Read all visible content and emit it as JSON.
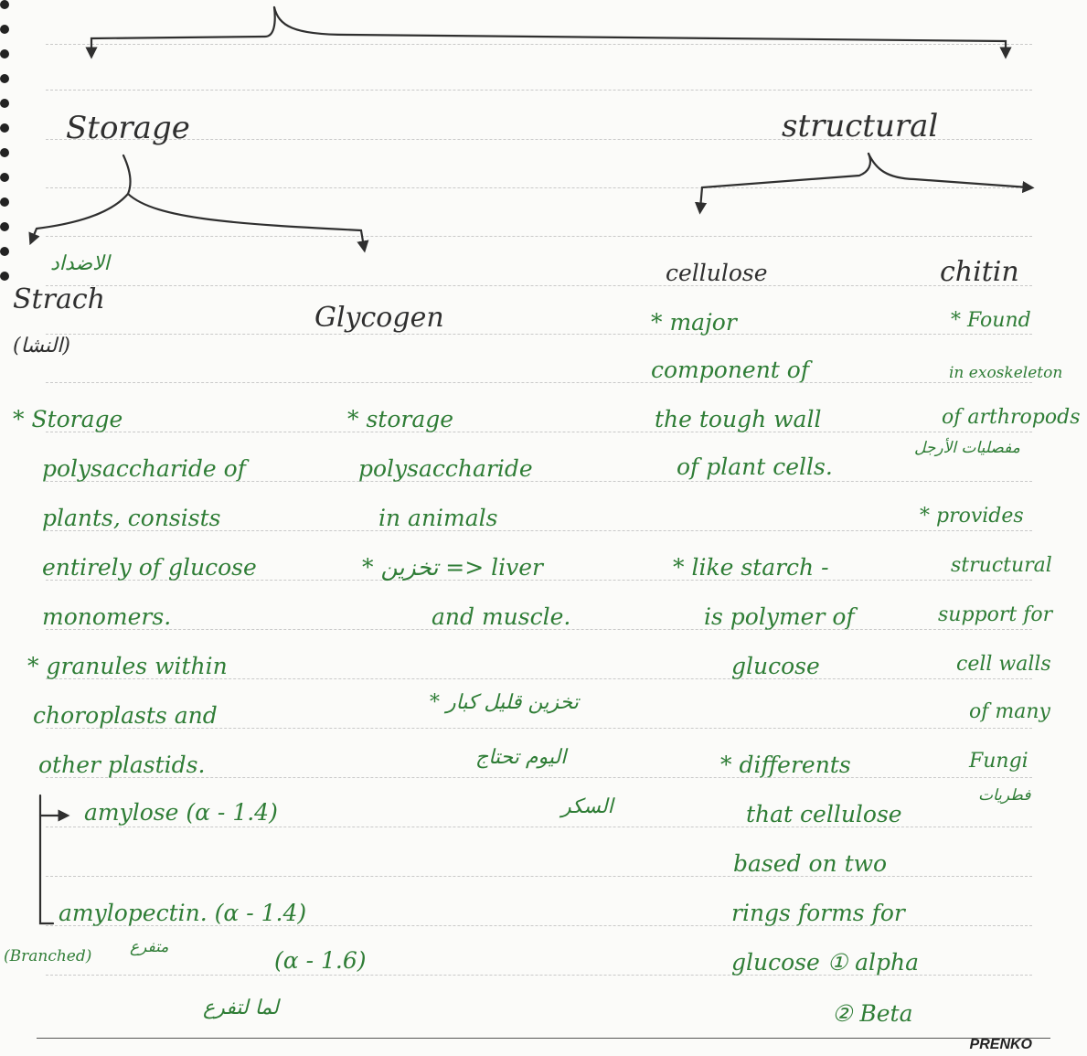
{
  "header": {
    "storage": "Storage",
    "structural": "structural"
  },
  "storage": {
    "starch_arabic_label": "الاضداد",
    "starch_title": "Strach",
    "starch_arabic": "(النشا)",
    "glycogen_title": "Glycogen",
    "starch_notes": [
      "* Storage",
      "polysaccharide of",
      "plants, consists",
      "entirely of glucose",
      "monomers.",
      "* granules within",
      "choroplasts and",
      "other plastids."
    ],
    "amylose": "amylose (α - 1.4)",
    "amylopectin": "amylopectin. (α - 1.4)",
    "amylopectin_branch": "(α - 1.6)",
    "branched": "(Branched)",
    "branched_arabic": "متفرع",
    "branch_arabic": "لما لتفرع",
    "glycogen_notes": [
      "* storage",
      "polysaccharide",
      "in animals",
      "* تخزين => liver",
      "and muscle."
    ],
    "glycogen_arabic_1": "* تخزين قليل كبار",
    "glycogen_arabic_2": "اليوم تحتاج",
    "glycogen_arabic_3": "السكر"
  },
  "structural": {
    "cellulose_title": "cellulose",
    "chitin_title": "chitin",
    "cellulose_notes": [
      "* major",
      "component of",
      "the tough wall",
      "of plant cells.",
      "* like starch -",
      "is polymer of",
      "glucose",
      "* differents",
      "that cellulose",
      "based on two",
      "rings forms for",
      "glucose ① alpha",
      "② Beta"
    ],
    "chitin_notes": [
      "* Found",
      "in exoskeleton",
      "of arthropods",
      "مفصليات الأرجل",
      "* provides",
      "structural",
      "support for",
      "cell walls",
      "of many",
      "Fungi",
      "فطريات"
    ]
  },
  "footer": {
    "brand": "PRENKO"
  },
  "colors": {
    "pen": "#2f2f2f",
    "green_pen": "#2f7d36",
    "paper": "#fbfbf9",
    "rule": "#c9c9c9"
  }
}
